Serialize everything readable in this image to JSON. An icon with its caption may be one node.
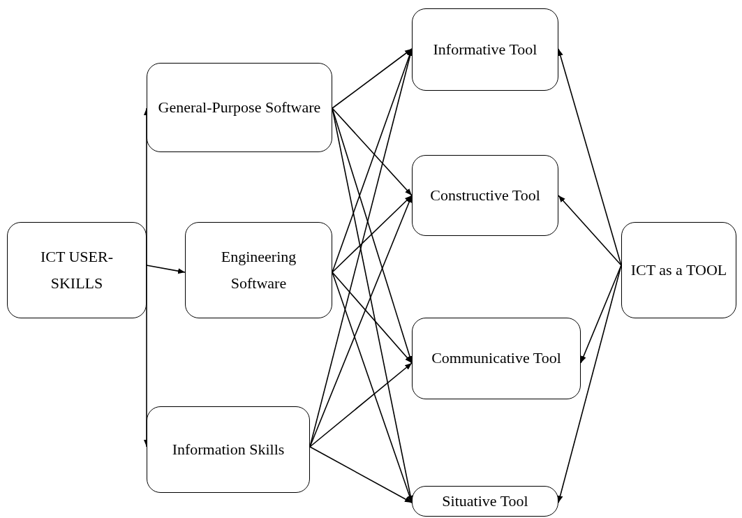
{
  "diagram": {
    "nodes": [
      {
        "text": [
          "ICT USER-SKILLS"
        ]
      },
      {
        "text": [
          "General-Purpose Software"
        ]
      },
      {
        "text": [
          "Engineering Software"
        ]
      },
      {
        "text": [
          "Information Skills"
        ]
      },
      {
        "text": [
          "Informative Tool"
        ]
      },
      {
        "text": [
          "Constructive Tool"
        ]
      },
      {
        "text": [
          "Communicative Tool"
        ]
      },
      {
        "text": [
          "Situative Tool"
        ]
      },
      {
        "text": [
          "ICT as a TOOL"
        ]
      }
    ],
    "edges": [
      {
        "from": 0,
        "to": 1,
        "arrow": "to"
      },
      {
        "from": 0,
        "to": 2,
        "arrow": "to"
      },
      {
        "from": 0,
        "to": 3,
        "arrow": "to"
      },
      {
        "from": 1,
        "to": 4,
        "arrow": "to"
      },
      {
        "from": 1,
        "to": 5,
        "arrow": "to"
      },
      {
        "from": 1,
        "to": 6,
        "arrow": "to"
      },
      {
        "from": 1,
        "to": 7,
        "arrow": "to"
      },
      {
        "from": 2,
        "to": 4,
        "arrow": "to"
      },
      {
        "from": 2,
        "to": 5,
        "arrow": "to"
      },
      {
        "from": 2,
        "to": 6,
        "arrow": "to"
      },
      {
        "from": 2,
        "to": 7,
        "arrow": "to"
      },
      {
        "from": 3,
        "to": 4,
        "arrow": "to"
      },
      {
        "from": 3,
        "to": 5,
        "arrow": "to"
      },
      {
        "from": 3,
        "to": 6,
        "arrow": "to"
      },
      {
        "from": 3,
        "to": 7,
        "arrow": "to"
      },
      {
        "from": 8,
        "to": 4,
        "arrow": "to"
      },
      {
        "from": 8,
        "to": 5,
        "arrow": "to"
      },
      {
        "from": 8,
        "to": 6,
        "arrow": "to"
      },
      {
        "from": 8,
        "to": 7,
        "arrow": "to"
      }
    ]
  }
}
